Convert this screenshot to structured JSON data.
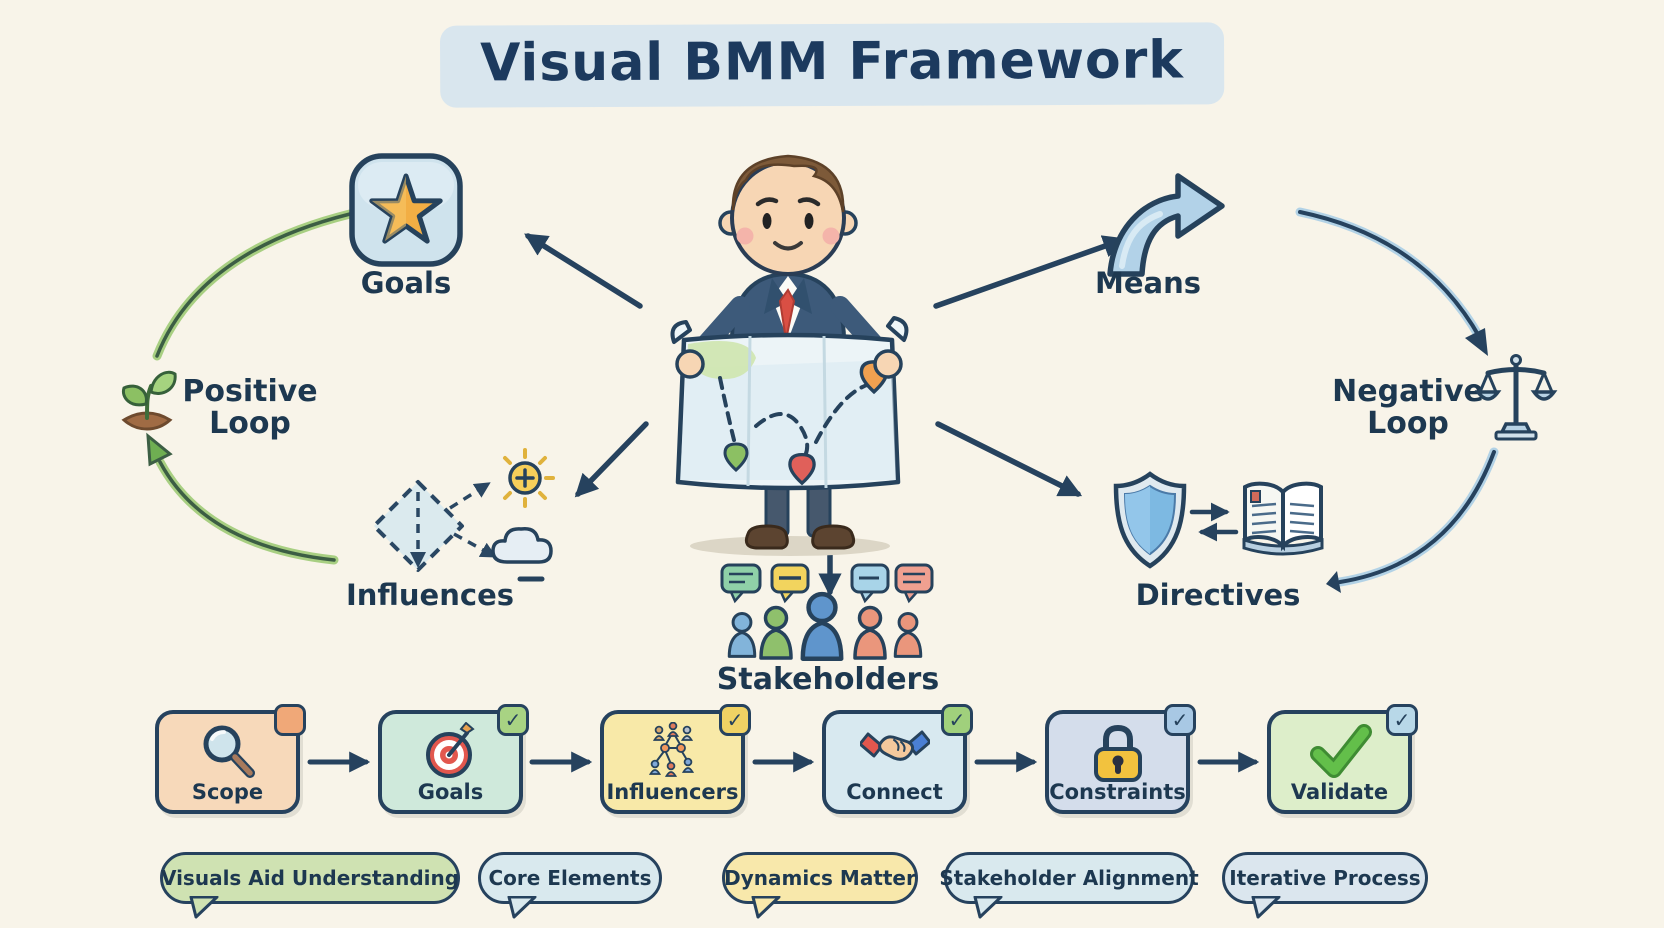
{
  "title": "Visual BMM Framework",
  "colors": {
    "background": "#f8f4e9",
    "navy_ink": "#26425e",
    "title_highlight": "#d9e6ee",
    "positive_loop_green": "#8cc063",
    "negative_loop_blue": "#7db9e2"
  },
  "nodes": {
    "goals": {
      "label": "Goals",
      "icon": "star-icon"
    },
    "means": {
      "label": "Means",
      "icon": "curved-arrow-icon"
    },
    "influences": {
      "label": "Influences",
      "icon": "diamond-sun-cloud-icon",
      "plus": "+",
      "minus": "−"
    },
    "directives": {
      "label": "Directives",
      "icon": "shield-book-icon"
    },
    "stakeholders": {
      "label": "Stakeholders",
      "icon": "people-group-icon"
    }
  },
  "loops": {
    "positive": {
      "line1": "Positive",
      "line2": "Loop",
      "icon": "seedling-icon"
    },
    "negative": {
      "line1": "Negative",
      "line2": "Loop",
      "icon": "balance-scale-icon"
    }
  },
  "process_steps": [
    {
      "label": "Scope",
      "icon": "magnifier-icon",
      "badge_glyph": "",
      "box_color": "#f7d9ba",
      "badge_color": "#f0a878"
    },
    {
      "label": "Goals",
      "icon": "target-icon",
      "badge_glyph": "✓",
      "box_color": "#cfe9db",
      "badge_color": "#a8d383"
    },
    {
      "label": "Influencers",
      "icon": "network-icon",
      "badge_glyph": "✓",
      "box_color": "#f8e9a8",
      "badge_color": "#f0d264"
    },
    {
      "label": "Connect",
      "icon": "handshake-icon",
      "badge_glyph": "✓",
      "box_color": "#d8e9f0",
      "badge_color": "#a0d07c"
    },
    {
      "label": "Constraints",
      "icon": "padlock-icon",
      "badge_glyph": "✓",
      "box_color": "#d4ddeb",
      "badge_color": "#a8c8e4"
    },
    {
      "label": "Validate",
      "icon": "checkmark-icon",
      "badge_glyph": "✓",
      "box_color": "#ddeeca",
      "badge_color": "#b8d8e8"
    }
  ],
  "callouts": [
    {
      "text": "Visuals Aid Understanding",
      "bubble_color": "#cfe2b2"
    },
    {
      "text": "Core Elements",
      "bubble_color": "#d9e9ee"
    },
    {
      "text": "Dynamics Matter",
      "bubble_color": "#f8e8ab"
    },
    {
      "text": "Stakeholder Alignment",
      "bubble_color": "#d9e9ee"
    },
    {
      "text": "Iterative Process",
      "bubble_color": "#dbe6ee"
    }
  ]
}
